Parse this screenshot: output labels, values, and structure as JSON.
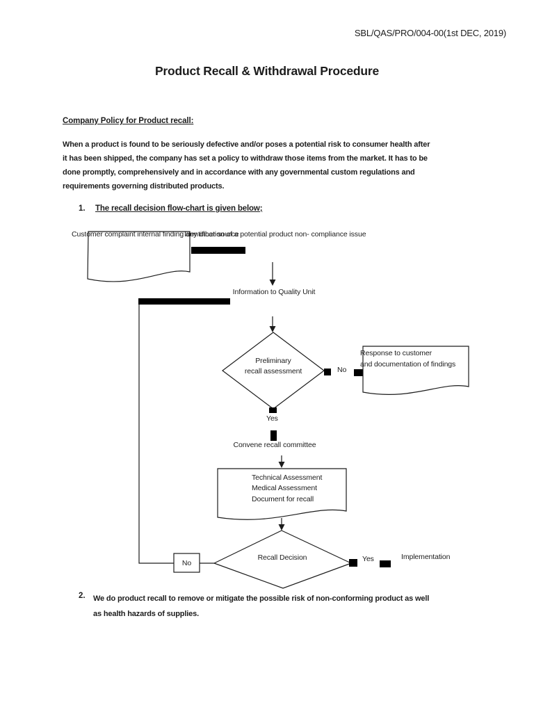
{
  "page": {
    "doc_code": "SBL/QAS/PRO/004-00(1st DEC, 2019)",
    "title": "Product Recall & Withdrawal Procedure",
    "section_heading": "Company Policy for Product recall:",
    "policy_paragraph": "When a product is found to be seriously defective and/or poses a potential risk to consumer health after\nit has been shipped, the company has set a policy to withdraw those items from the market. It has to be\ndone promptly, comprehensively and in accordance with any governmental custom regulations and\nrequirements governing distributed products.",
    "list": [
      {
        "number": "1.",
        "text": "The recall decision flow-chart is given below;"
      },
      {
        "number": "2.",
        "text": "We do product recall to remove or mitigate the possible risk of non-conforming product as well\nas health hazards of supplies."
      }
    ]
  },
  "flowchart": {
    "source_label": "Customer complaint internal finding any other source",
    "identification_label": "Identification of a potential product non- compliance issue",
    "info_quality_unit": "Information to Quality Unit",
    "preliminary_assessment": "Preliminary\nrecall assessment",
    "no_label_1": "No",
    "response_doc": "Response to customer\nand documentation of findings",
    "yes_label_1": "Yes",
    "convene_committee": "Convene recall committee",
    "technical_doc": "Technical Assessment\nMedical Assessment\nDocument for recall",
    "recall_decision": "Recall Decision",
    "no_box_label": "No",
    "yes_label_2": "Yes",
    "implementation": "Implementation"
  },
  "colors": {
    "ink": "#1c1c1c",
    "page_bg": "#ffffff"
  }
}
